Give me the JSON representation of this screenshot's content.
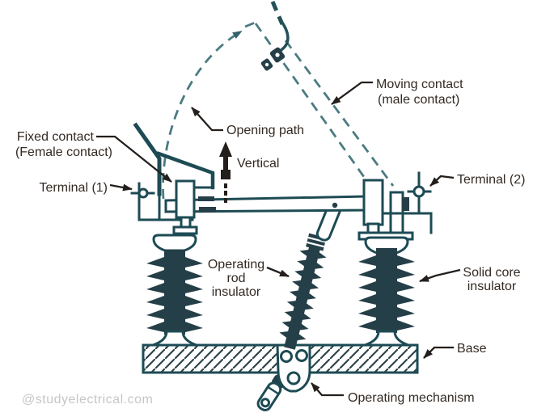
{
  "figure": {
    "title_implied": "Disconnect switch diagram",
    "watermark": "@studyelectrical.com"
  },
  "labels": {
    "fixed_contact": {
      "line1": "Fixed contact",
      "line2": "(Female contact)"
    },
    "terminal_1": "Terminal (1)",
    "opening_path": "Opening path",
    "vertical": "Vertical",
    "moving_contact": {
      "line1": "Moving contact",
      "line2": "(male contact)"
    },
    "terminal_2": "Terminal (2)",
    "operating_rod_insulator": {
      "line1": "Operating",
      "line2": "rod",
      "line3": "insulator"
    },
    "solid_core_insulator": {
      "line1": "Solid core",
      "line2": "insulator"
    },
    "base": "Base",
    "operating_mechanism": "Operating mechanism"
  },
  "colors": {
    "diagram_teal": "#1d4b54",
    "insulator_fill": "#253f48",
    "dashed_path": "#4b7b81",
    "leader_black": "#241f1c",
    "label_text": "#332a23",
    "watermark_gray": "#c6c6c4",
    "background": "#ffffff",
    "hatch_line": "#2e4449"
  }
}
